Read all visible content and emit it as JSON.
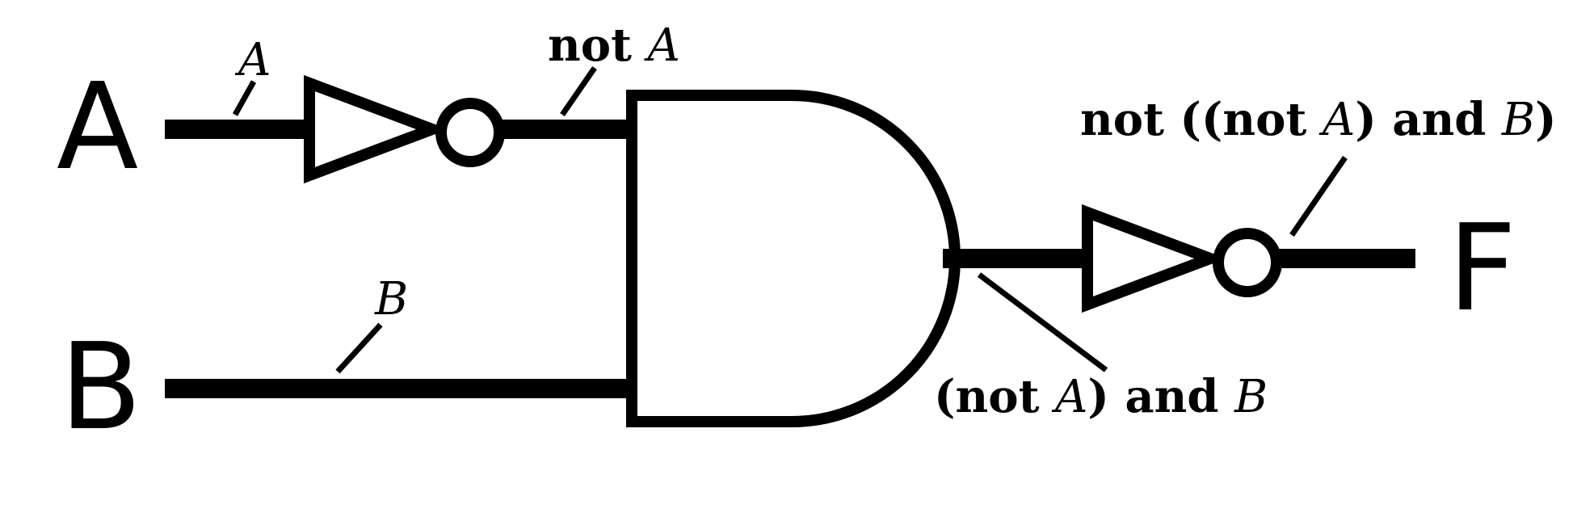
{
  "inputs": {
    "a": "A",
    "b": "B"
  },
  "output": "F",
  "wire_labels": {
    "a": "A",
    "b": "B"
  },
  "expressions": {
    "not_a": {
      "op": "not",
      "var": "A"
    },
    "and_term": {
      "open": "(not ",
      "var1": "A",
      "mid": ") and ",
      "var2": "B"
    },
    "final": {
      "open": "not ((not ",
      "var1": "A",
      "mid": ") and ",
      "var2": "B",
      "close": ")"
    }
  },
  "colors": {
    "ink": "#000000",
    "background": "#ffffff"
  }
}
